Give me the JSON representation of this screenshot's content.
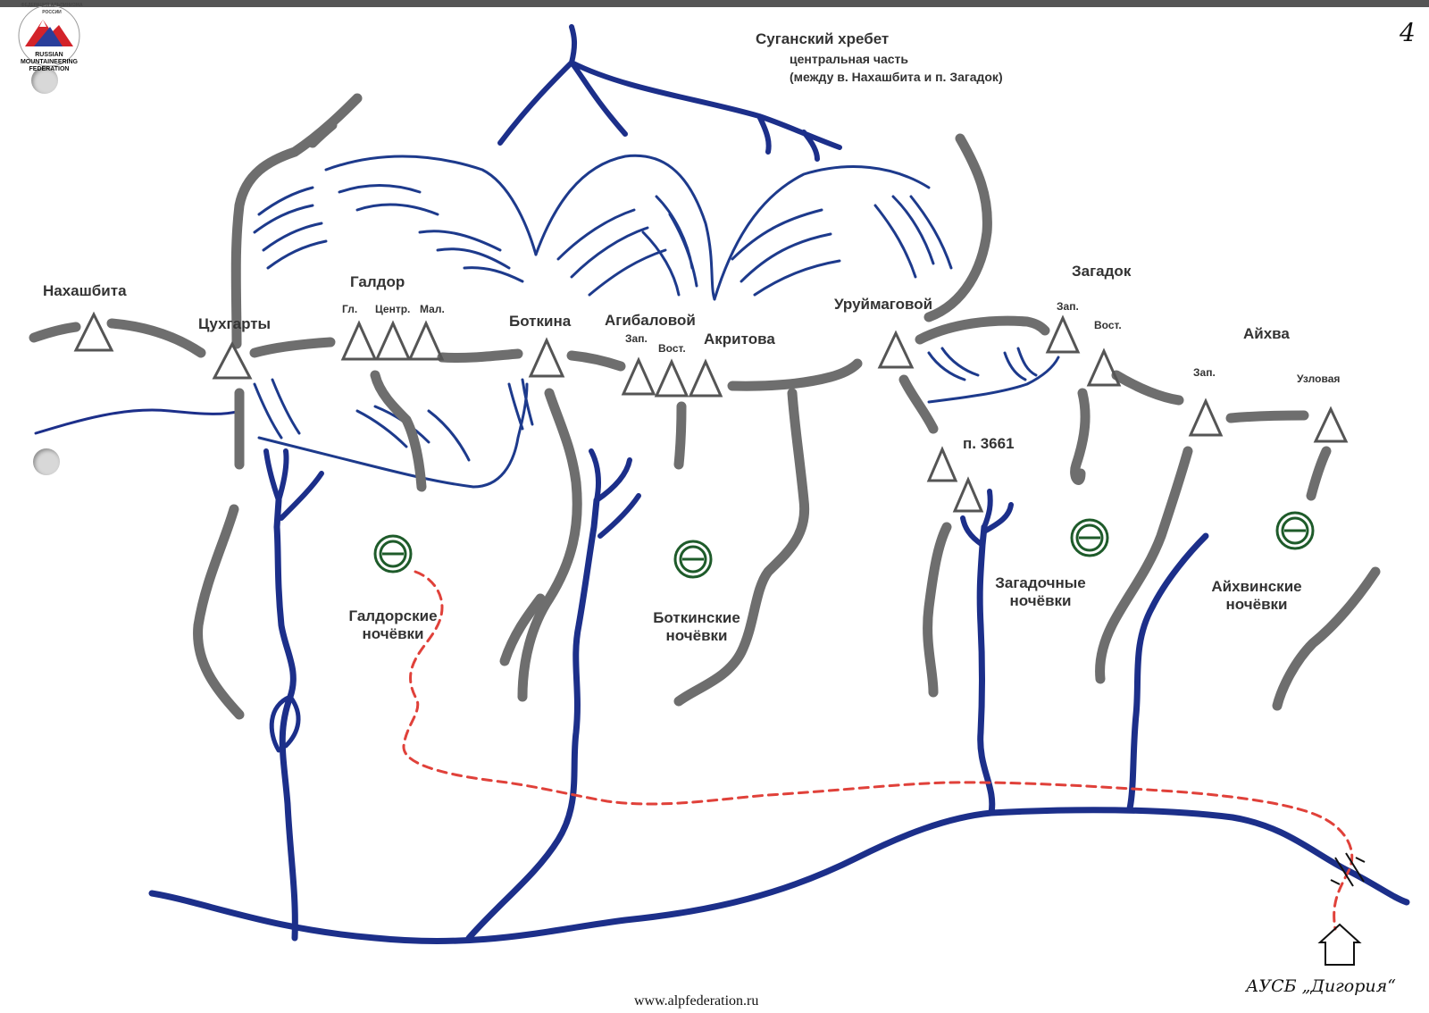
{
  "header": {
    "title": "Суганский хребет",
    "subtitle": "центральная часть",
    "subtitle2": "(между в. Нахашбита  и п. Загадок)",
    "page_number": "4"
  },
  "logo": {
    "arc_text": "ФЕДЕРАЦИЯ АЛЬПИНИЗМА РОССИИ",
    "line1": "RUSSIAN",
    "line2": "MOUNTAINEERING",
    "line3": "FEDERATION"
  },
  "peaks": {
    "nakhashbita": "Нахашбита",
    "tsukhgarty": "Цухгарты",
    "galdor": "Галдор",
    "galdor_gl": "Гл.",
    "galdor_centr": "Центр.",
    "galdor_mal": "Мал.",
    "botkina": "Боткина",
    "agibalovoy": "Агибаловой",
    "agibalovoy_zap": "Зап.",
    "agibalovoy_vost": "Вост.",
    "akritova": "Акритова",
    "uruymagovoy": "Уруймаговой",
    "zagadok": "Загадок",
    "zagadok_zap": "Зап.",
    "zagadok_vost": "Вост.",
    "p3661": "п. 3661",
    "aykhva": "Айхва",
    "aykhva_zap": "Зап.",
    "uzlovaya": "Узловая"
  },
  "camps": {
    "galdor_1": "Галдорские",
    "galdor_2": "ночёвки",
    "botkin_1": "Боткинские",
    "botkin_2": "ночёвки",
    "zagad_1": "Загадочные",
    "zagad_2": "ночёвки",
    "aykh_1": "Айхвинские",
    "aykh_2": "ночёвки"
  },
  "base": "АУСБ „Дигория“",
  "footer": {
    "url": "www.alpfederation.ru"
  },
  "colors": {
    "ridge": "#6e6e6e",
    "river": "#1c2f8a",
    "glacier": "#1d3a8c",
    "trail": "#e0413a",
    "camp": "#1e5b2a"
  }
}
